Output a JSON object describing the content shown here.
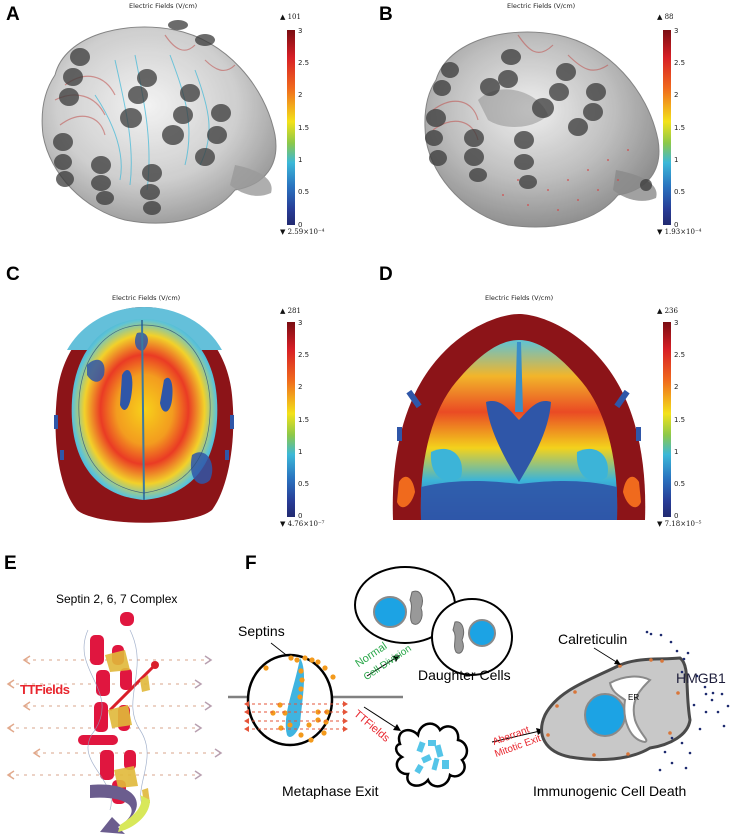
{
  "panels": {
    "A": {
      "letter": "A",
      "title": "Electric Fields   (V/cm)",
      "view": "3D head model with transducer arrays, streamlines",
      "colorbar": {
        "max": "▲ 101",
        "min": "▼ 2.59×10⁻⁴",
        "ticks": [
          "3",
          "2.5",
          "2",
          "1.5",
          "1",
          "0.5",
          "0"
        ]
      }
    },
    "B": {
      "letter": "B",
      "title": "Electric Fields   (V/cm)",
      "view": "3D head model with transducer arrays, arrows",
      "colorbar": {
        "max": "▲ 88",
        "min": "▼ 1.93×10⁻⁴",
        "ticks": [
          "3",
          "2.5",
          "2",
          "1.5",
          "1",
          "0.5",
          "0"
        ]
      }
    },
    "C": {
      "letter": "C",
      "title": "Electric Fields (V/cm)",
      "view": "Axial slice field map",
      "colorbar": {
        "max": "▲ 281",
        "min": "▼ 4.76×10⁻⁷",
        "ticks": [
          "3",
          "2.5",
          "2",
          "1.5",
          "1",
          "0.5",
          "0"
        ]
      }
    },
    "D": {
      "letter": "D",
      "title": "Electric Fields (V/cm)",
      "view": "Coronal slice field map",
      "colorbar": {
        "max": "▲ 236",
        "min": "▼ 7.18×10⁻⁵",
        "ticks": [
          "3",
          "2.5",
          "2",
          "1.5",
          "1",
          "0.5",
          "0"
        ]
      }
    },
    "E": {
      "letter": "E",
      "title": "Septin 2, 6, 7 Complex",
      "field_label": "TTFields"
    },
    "F": {
      "letter": "F",
      "septins_label": "Septins",
      "normal_label_1": "Normal",
      "normal_label_2": "Cell Division",
      "daughter_label": "Daughter Cells",
      "ttfields_label": "TTFields",
      "metaphase_label": "Metaphase Exit",
      "aberrant_label_1": "Aberrant",
      "aberrant_label_2": "Mitotic Exit",
      "calreticulin_label": "Calreticulin",
      "er_label": "ER",
      "hmgb1_label": "HMGB1",
      "icd_label": "Immunogenic Cell Death"
    }
  },
  "colors": {
    "normal_green": "#2aa84a",
    "ttfields_red": "#e8262e",
    "nucleus_blue": "#1ca3e4",
    "septin_orange": "#f39a1c",
    "cell_gray": "#c8c8c8",
    "hmgb1_navy": "#1d2a6e"
  }
}
